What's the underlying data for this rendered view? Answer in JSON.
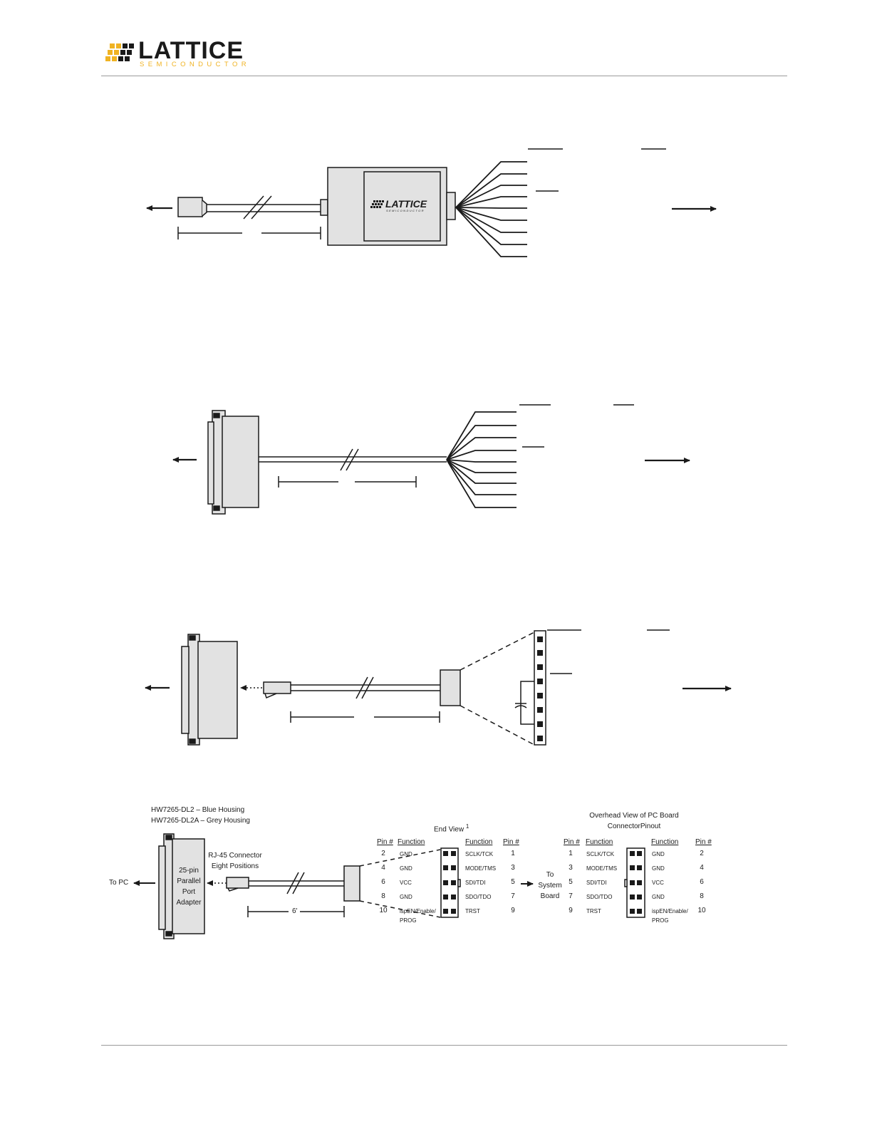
{
  "logo": {
    "wordmark": "LATTICE",
    "subline": "SEMICONDUCTOR",
    "accent_color": "#f0b323",
    "icon": "lattice-grid-logo-icon"
  },
  "figure4": {
    "housing_lines": [
      "HW7265-DL2 – Blue Housing",
      "HW7265-DL2A – Grey Housing"
    ],
    "to_pc": "To  PC",
    "adapter": [
      "25-pin",
      "Parallel",
      "Port",
      "Adapter"
    ],
    "rj45": [
      "RJ-45 Connector",
      "Eight Positions"
    ],
    "cable_length": "6'",
    "end_view": "End View",
    "end_view_note": "1",
    "overhead": [
      "Overhead View of PC Board",
      "ConnectorPinout"
    ],
    "to_system": [
      "To",
      "System",
      "Board"
    ],
    "col_headers": {
      "pin": "Pin #",
      "function": "Function"
    },
    "left_rows": [
      {
        "even_pin": "2",
        "even_fn": "GND",
        "odd_fn": "SCLK/TCK",
        "odd_pin": "1"
      },
      {
        "even_pin": "4",
        "even_fn": "GND",
        "odd_fn": "MODE/TMS",
        "odd_pin": "3"
      },
      {
        "even_pin": "6",
        "even_fn": "VCC",
        "odd_fn": "SDI/TDI",
        "odd_pin": "5"
      },
      {
        "even_pin": "8",
        "even_fn": "GND",
        "odd_fn": "SDO/TDO",
        "odd_pin": "7"
      },
      {
        "even_pin": "10",
        "even_fn": "ispEN/Enable/",
        "even_fn2": "PROG",
        "odd_fn": "TRST",
        "odd_pin": "9"
      }
    ],
    "right_rows": [
      {
        "odd_pin": "1",
        "odd_fn": "SCLK/TCK",
        "even_fn": "GND",
        "even_pin": "2"
      },
      {
        "odd_pin": "3",
        "odd_fn": "MODE/TMS",
        "even_fn": "GND",
        "even_pin": "4"
      },
      {
        "odd_pin": "5",
        "odd_fn": "SDI/TDI",
        "even_fn": "VCC",
        "even_pin": "6"
      },
      {
        "odd_pin": "7",
        "odd_fn": "SDO/TDO",
        "even_fn": "GND",
        "even_pin": "8"
      },
      {
        "odd_pin": "9",
        "odd_fn": "TRST",
        "even_fn": "ispEN/Enable/",
        "even_fn2": "PROG",
        "even_pin": "10"
      }
    ]
  }
}
